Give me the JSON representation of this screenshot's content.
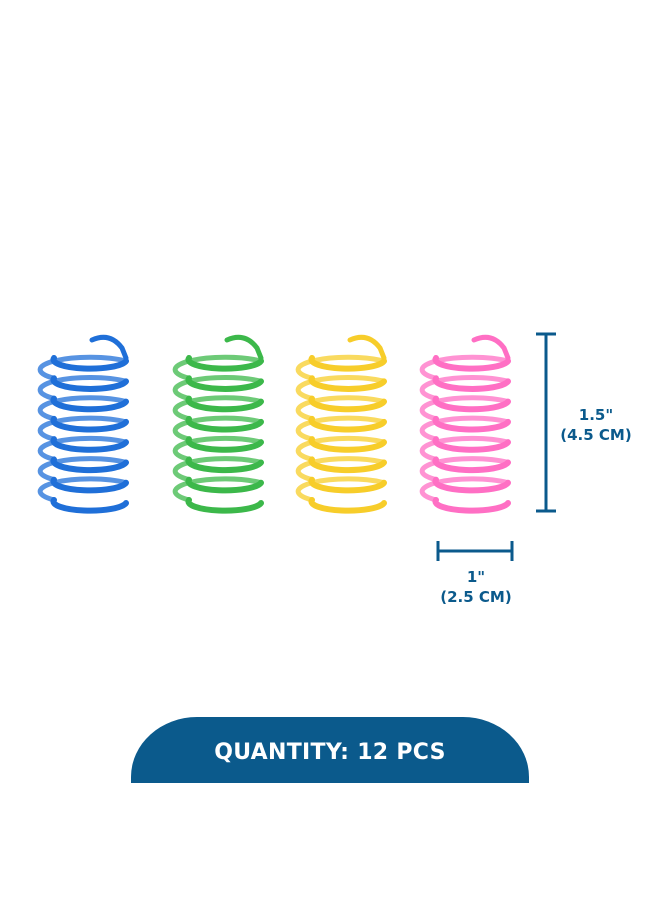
{
  "product": {
    "springs": [
      {
        "color_name": "blue",
        "color": "#1f6fd8"
      },
      {
        "color_name": "green",
        "color": "#3cb84a"
      },
      {
        "color_name": "yellow",
        "color": "#f7cd2a"
      },
      {
        "color_name": "pink",
        "color": "#ff6fc4"
      }
    ]
  },
  "dimensions": {
    "height": {
      "inch": "1.5\"",
      "cm": "(4.5 CM)"
    },
    "width": {
      "inch": "1\"",
      "cm": "(2.5 CM)"
    },
    "line_color": "#0b5a8c"
  },
  "banner": {
    "text": "QUANTITY: 12 PCS",
    "color": "#0b5a8c",
    "text_color": "#ffffff"
  }
}
